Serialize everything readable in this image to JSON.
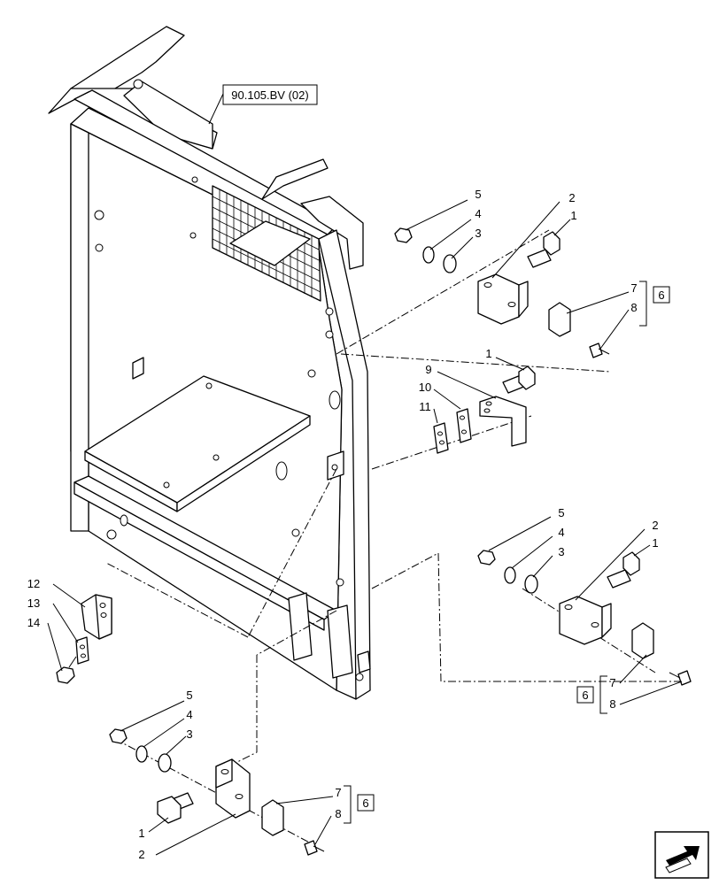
{
  "reference_label": "90.105.BV (02)",
  "callouts": {
    "top_group": {
      "c5": "5",
      "c4": "4",
      "c3": "3",
      "c2": "2",
      "c1": "1",
      "c7": "7",
      "c8": "8",
      "c6": "6"
    },
    "mid_group": {
      "c1": "1",
      "c9": "9",
      "c10": "10",
      "c11": "11"
    },
    "right_group": {
      "c5": "5",
      "c4": "4",
      "c3": "3",
      "c2": "2",
      "c1": "1",
      "c6": "6",
      "c7": "7",
      "c8": "8"
    },
    "left_group": {
      "c12": "12",
      "c13": "13",
      "c14": "14"
    },
    "bottom_group": {
      "c5": "5",
      "c4": "4",
      "c3": "3",
      "c7": "7",
      "c8": "8",
      "c6": "6",
      "c1": "1",
      "c2": "2"
    }
  },
  "nav_icon": "next-page-arrow-icon"
}
